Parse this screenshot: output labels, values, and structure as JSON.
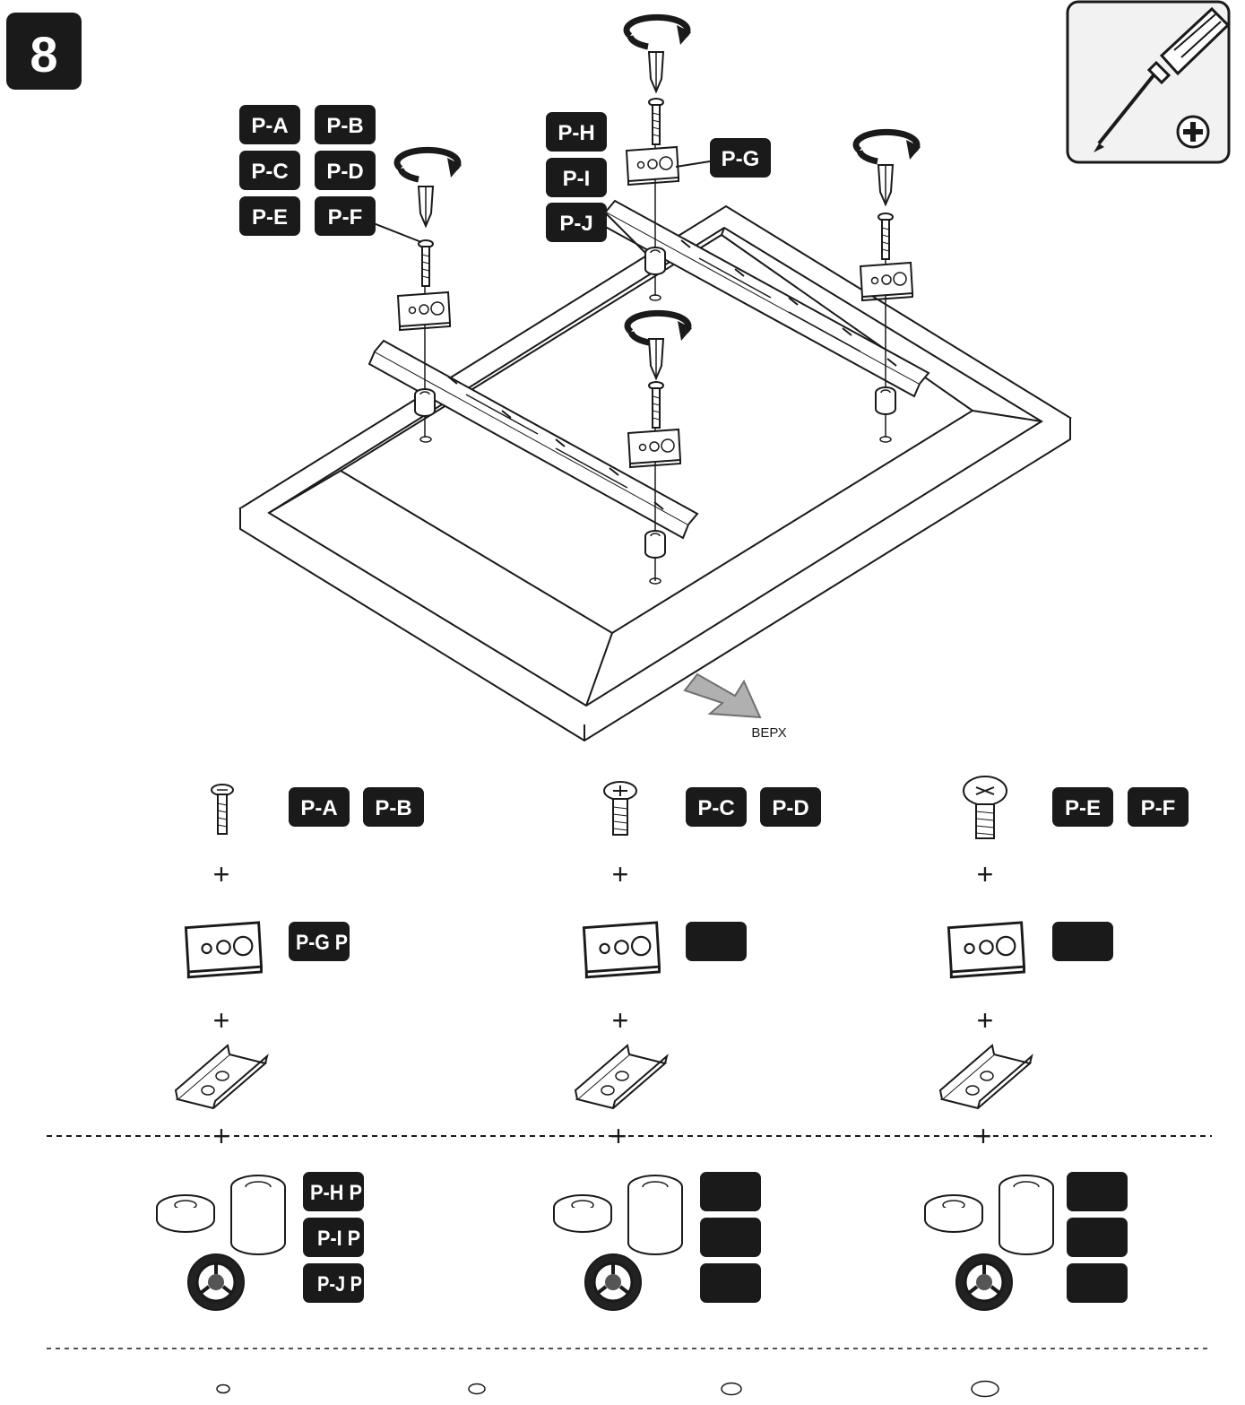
{
  "step": {
    "number": "8"
  },
  "tool": {
    "name": "phillips-screwdriver-icon"
  },
  "diagram": {
    "callouts": {
      "left": [
        "P-A",
        "P-B",
        "P-C",
        "P-D",
        "P-E",
        "P-F"
      ],
      "center": [
        "P-H",
        "P-I",
        "P-J"
      ],
      "washer": "P-G"
    },
    "direction_label": "ВЕРХ"
  },
  "legend": {
    "columns": [
      {
        "screw_labels": [
          "P-A",
          "P-B"
        ],
        "plate_label": "P-G P",
        "spacer_labels": [
          "P-H P",
          "P-I P",
          "P-J P"
        ]
      },
      {
        "screw_labels": [
          "P-C",
          "P-D"
        ],
        "plate_label": "",
        "spacer_labels": [
          "",
          "",
          ""
        ]
      },
      {
        "screw_labels": [
          "P-E",
          "P-F"
        ],
        "plate_label": "",
        "spacer_labels": [
          "",
          "",
          ""
        ]
      }
    ],
    "plus": "+"
  }
}
